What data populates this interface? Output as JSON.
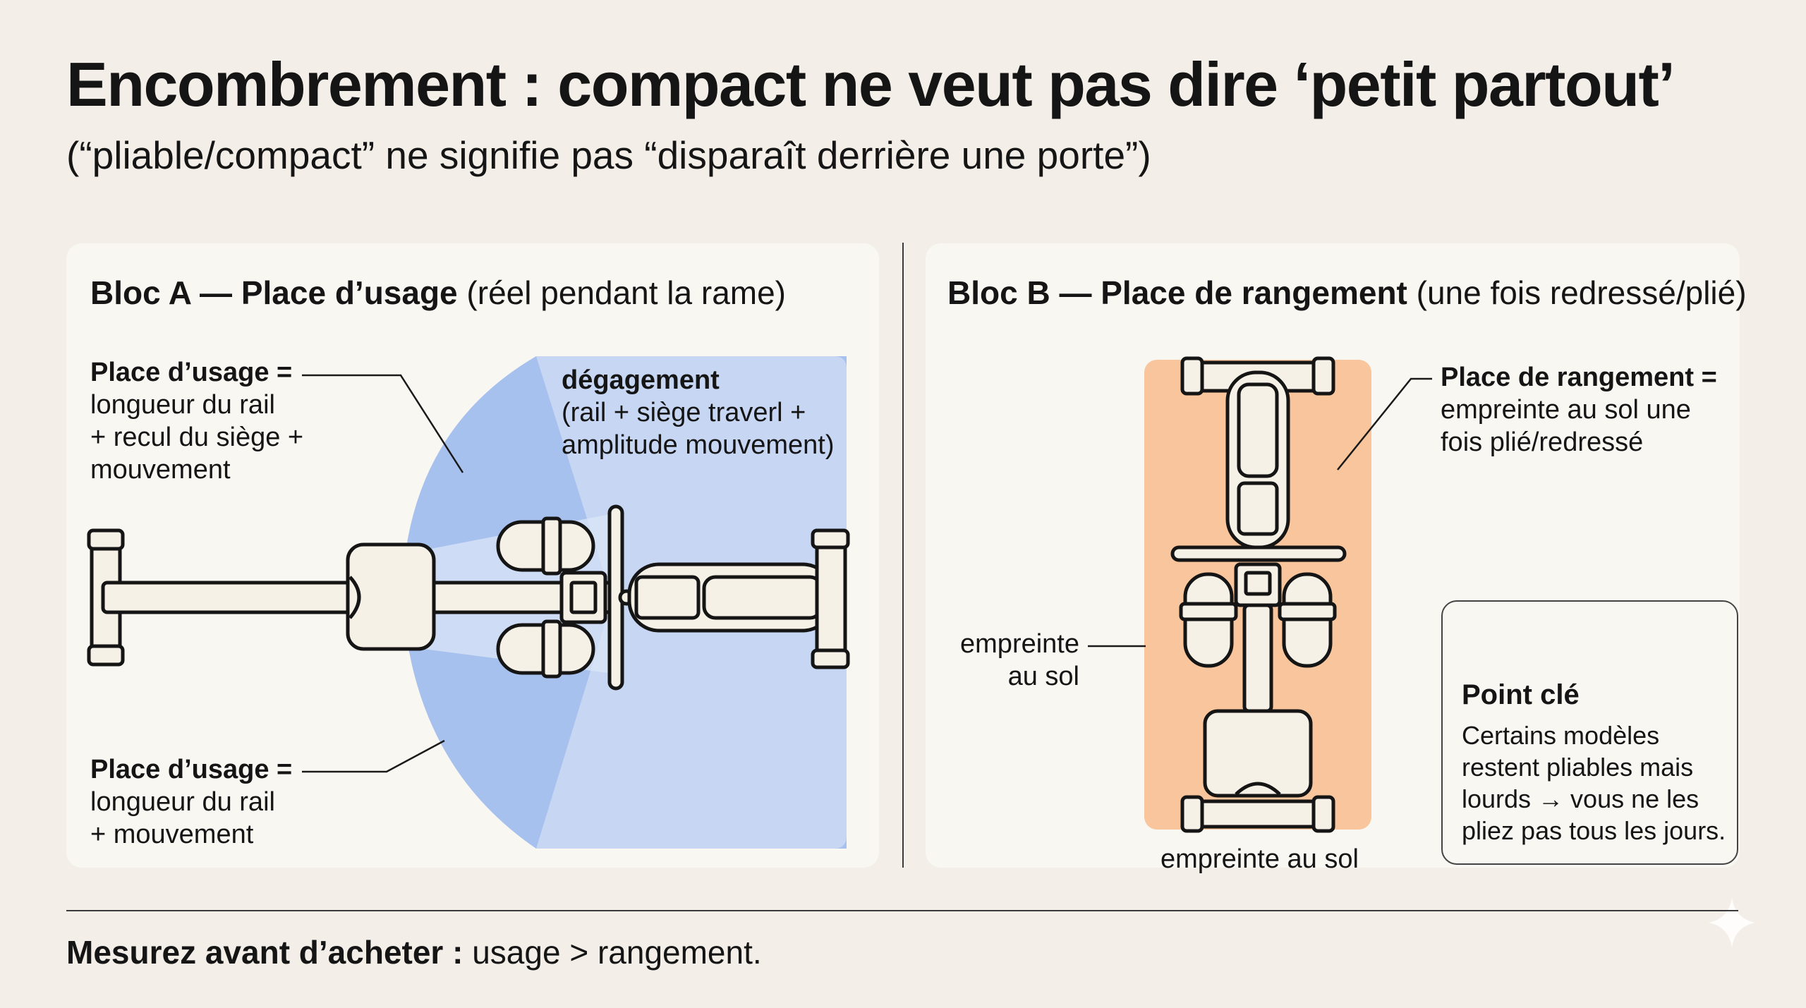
{
  "header": {
    "title": "Encombrement : compact ne veut pas dire ‘petit partout’",
    "subtitle": "(“pliable/compact” ne signifie pas “disparaît derrière une porte”)"
  },
  "block_a": {
    "title_bold": "Bloc A — Place d’usage",
    "title_rest": " (réel pendant la rame)",
    "label_top": {
      "heading": "Place d’usage =",
      "lines": [
        "longueur du rail",
        "+ recul du siège +",
        "mouvement"
      ]
    },
    "label_bottom": {
      "heading": "Place d’usage =",
      "lines": [
        "longueur du rail",
        "+ mouvement"
      ]
    },
    "clearance": {
      "heading": "dégagement",
      "lines": [
        "(rail + siège traverl +",
        "amplitude mouvement)"
      ]
    }
  },
  "block_b": {
    "title_bold": "Bloc B — Place de rangement",
    "title_rest": " (une fois redressé/plié)",
    "label_storage": {
      "heading": "Place de rangement =",
      "lines": [
        "empreinte au sol une",
        "fois plié/redressé"
      ]
    },
    "footprint_side": [
      "empreinte",
      "au sol"
    ],
    "footprint_bottom": "empreinte au sol"
  },
  "key_point": {
    "icons": [
      "squares-icon",
      "weight-icon",
      "calendar-icon"
    ],
    "title": "Point clé",
    "lines": [
      "Certains modèles",
      "restent pliables mais",
      "lourds → vous ne les",
      "pliez pas tous les jours."
    ]
  },
  "footer": {
    "bold": "Mesurez avant d’acheter :",
    "rest": " usage > rangement."
  },
  "colors": {
    "background": "#f3efe8",
    "panel": "#f9f7f2",
    "usage_zone": "#a7c1ee",
    "clearance_zone": "#c6d6f3",
    "storage_zone": "#f8c59c",
    "machine_fill": "#f6f1e6",
    "ink": "#151515"
  }
}
